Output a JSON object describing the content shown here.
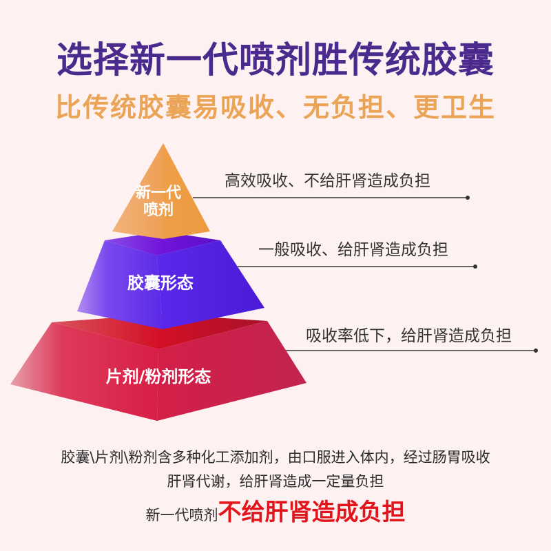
{
  "header": {
    "title": "选择新一代喷剂胜传统胶囊",
    "subtitle": "比传统胶囊易吸收、无负担、更卫生"
  },
  "pyramid": {
    "tiers": [
      {
        "label_line1": "新一代",
        "label_line2": "喷剂",
        "description": "高效吸收、不给肝肾造成负担",
        "color": "#eea04a"
      },
      {
        "label": "胶囊形态",
        "description": "一般吸收、给肝肾造成负担",
        "color": "#5a24e0"
      },
      {
        "label": "片剂/粉剂形态",
        "description": "吸收率低下，给肝肾造成负担",
        "color": "#d61f48"
      }
    ]
  },
  "footer": {
    "line1": "胶囊\\片剂\\粉剂含多种化工添加剂，由口服进入体内，经过肠胃吸收",
    "line2": "肝肾代谢，给肝肾造成一定量负担",
    "line3_prefix": "新一代喷剂",
    "line3_highlight": "不给肝肾造成负担"
  },
  "colors": {
    "background": "#fdf1f1",
    "title": "#4a2a8c",
    "subtitle": "#eba355",
    "highlight": "#e0141a"
  }
}
